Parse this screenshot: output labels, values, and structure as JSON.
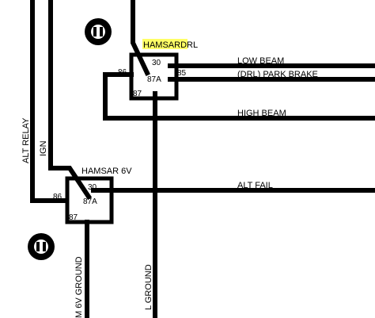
{
  "relay_drl": {
    "name": "HAMSAR",
    "name_suffix": "DRL",
    "highlight_color": "#ffff66",
    "pins": {
      "p30": "30",
      "p87a": "87A",
      "p86": "86",
      "p85": "85",
      "p87": "87"
    }
  },
  "relay_6v": {
    "name": "HAMSAR 6V",
    "pins": {
      "p30": "30",
      "p87a": "87A",
      "p86": "86",
      "p87": "87"
    }
  },
  "wire_labels": {
    "low_beam": "LOW BEAM",
    "park_brake": "(DRL) PARK BRAKE",
    "high_beam": "HIGH BEAM",
    "alt_fail": "ALT FAIL",
    "alt_relay": "ALT RELAY",
    "ign": "IGN",
    "m6v_ground": "M 6V GROUND",
    "l_ground": "L GROUND"
  },
  "icons": [
    "ground-connector-icon",
    "ground-connector-icon"
  ]
}
